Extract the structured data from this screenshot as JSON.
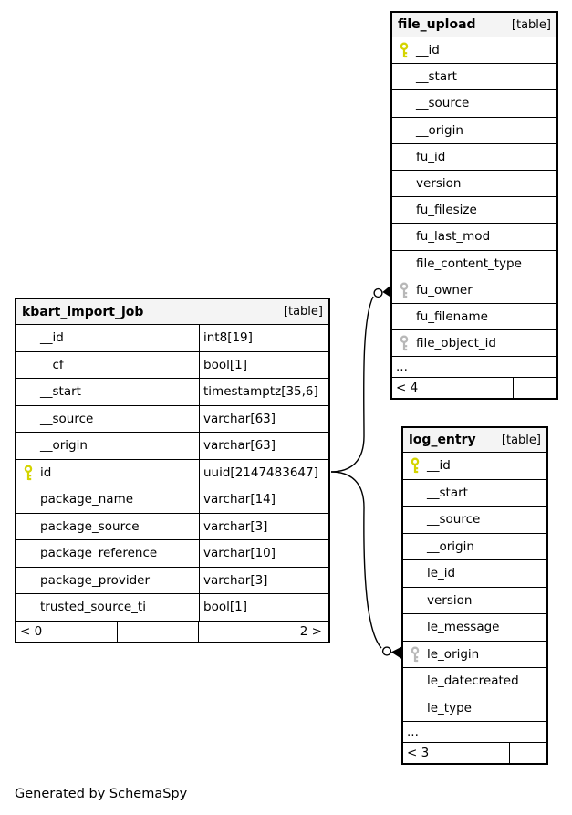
{
  "diagram": {
    "generator_note": "Generated by SchemaSpy",
    "colors": {
      "border": "#000000",
      "header_bg": "#f4f4f4",
      "row_bg": "#ffffff",
      "pk_key": "#d4d400",
      "fk_key": "#b8b8b8"
    }
  },
  "tables": {
    "file_upload": {
      "name": "file_upload",
      "tag": "[table]",
      "columns": [
        {
          "name": "__id",
          "key": "pk"
        },
        {
          "name": "__start"
        },
        {
          "name": "__source"
        },
        {
          "name": "__origin"
        },
        {
          "name": "fu_id"
        },
        {
          "name": "version"
        },
        {
          "name": "fu_filesize"
        },
        {
          "name": "fu_last_mod"
        },
        {
          "name": "file_content_type"
        },
        {
          "name": "fu_owner",
          "key": "fk"
        },
        {
          "name": "fu_filename"
        },
        {
          "name": "file_object_id",
          "key": "fk"
        }
      ],
      "ellipsis": "...",
      "footer": {
        "left": "< 4",
        "mid": "",
        "right": ""
      }
    },
    "kbart_import_job": {
      "name": "kbart_import_job",
      "tag": "[table]",
      "columns": [
        {
          "name": "__id",
          "type": "int8[19]"
        },
        {
          "name": "__cf",
          "type": "bool[1]"
        },
        {
          "name": "__start",
          "type": "timestamptz[35,6]"
        },
        {
          "name": "__source",
          "type": "varchar[63]"
        },
        {
          "name": "__origin",
          "type": "varchar[63]"
        },
        {
          "name": "id",
          "type": "uuid[2147483647]",
          "key": "pk"
        },
        {
          "name": "package_name",
          "type": "varchar[14]"
        },
        {
          "name": "package_source",
          "type": "varchar[3]"
        },
        {
          "name": "package_reference",
          "type": "varchar[10]"
        },
        {
          "name": "package_provider",
          "type": "varchar[3]"
        },
        {
          "name": "trusted_source_ti",
          "type": "bool[1]"
        }
      ],
      "footer": {
        "left": "< 0",
        "mid": "",
        "right": "2 >"
      }
    },
    "log_entry": {
      "name": "log_entry",
      "tag": "[table]",
      "columns": [
        {
          "name": "__id",
          "key": "pk"
        },
        {
          "name": "__start"
        },
        {
          "name": "__source"
        },
        {
          "name": "__origin"
        },
        {
          "name": "le_id"
        },
        {
          "name": "version"
        },
        {
          "name": "le_message"
        },
        {
          "name": "le_origin",
          "key": "fk"
        },
        {
          "name": "le_datecreated"
        },
        {
          "name": "le_type"
        }
      ],
      "ellipsis": "...",
      "footer": {
        "left": "< 3",
        "mid": "",
        "right": ""
      }
    }
  },
  "relationships": [
    {
      "from_table": "kbart_import_job",
      "from_column": "id",
      "to_table": "file_upload",
      "to_column": "fu_owner"
    },
    {
      "from_table": "kbart_import_job",
      "from_column": "id",
      "to_table": "log_entry",
      "to_column": "le_origin"
    }
  ]
}
